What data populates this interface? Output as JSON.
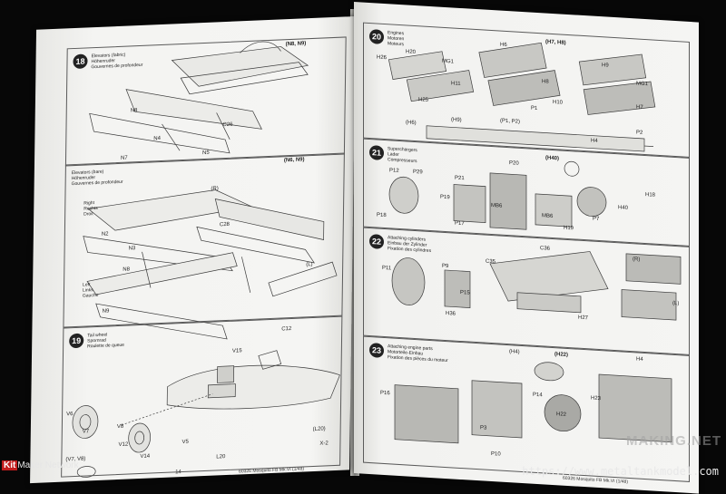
{
  "left_page": {
    "page_number": "14",
    "steps": [
      {
        "number": "18",
        "title": "Elevators (fabric)\nHöhenruder\nGouvernes de profondeur",
        "variant": "(N8, N9)",
        "labels": [
          "N8",
          "N4",
          "C26",
          "N7",
          "N5"
        ]
      },
      {
        "number": "",
        "title": "Elevators (bare)\nHöhenruder\nGouvernes de profondeur",
        "variant": "(N6, N9)",
        "labels": [
          "(R)",
          "N2",
          "N3",
          "N8",
          "N9",
          "(L)",
          "Left\nLinks\nGauche",
          "Right\nRechts\nDroit",
          "C28"
        ]
      },
      {
        "number": "19",
        "title": "Tail wheel\nSpornrad\nRoulette de queue",
        "variant": "",
        "labels": [
          "C12",
          "V15",
          "V6",
          "V7",
          "V12",
          "V14",
          "V5",
          "L20",
          "(L20)",
          "X-2",
          "(V7, V8)",
          "V8"
        ]
      }
    ],
    "footer": "60326  Mosquito FB Mk.VI (1/48)"
  },
  "right_page": {
    "steps": [
      {
        "number": "20",
        "title": "Engines\nMotoren\nMoteurs",
        "variant": "(H7, H8)",
        "labels": [
          "H26",
          "H20",
          "MG1",
          "H11",
          "H25",
          "H6",
          "H9",
          "H10",
          "P1",
          "MG1",
          "H8",
          "H7",
          "P2",
          "(H6)",
          "(H9)",
          "(P1, P2)",
          "H4"
        ]
      },
      {
        "number": "21",
        "title": "Superchargers\nLader\nCompresseurs",
        "variant": "(H40)",
        "labels": [
          "P12",
          "P29",
          "P21",
          "P20",
          "P19",
          "P18",
          "P17",
          "MB6",
          "H19",
          "P7",
          "H40",
          "H18",
          "MB6"
        ]
      },
      {
        "number": "22",
        "title": "Attaching cylinders\nEinbau der Zylinder\nFixation des cylindres",
        "variant": "",
        "labels": [
          "P11",
          "P9",
          "C35",
          "C36",
          "P15",
          "H36",
          "H27",
          "(R)",
          "(L)"
        ]
      },
      {
        "number": "23",
        "title": "Attaching engine parts\nMotorteile-Einbau\nFixation des pièces du moteur",
        "variant": "(H22)",
        "labels": [
          "(H4)",
          "H4",
          "P16",
          "P14",
          "P10",
          "H22",
          "H23",
          "P3"
        ]
      }
    ],
    "footer": "60326  Mosquito FB Mk.VI (1/48)"
  },
  "watermarks": {
    "site_left_k": "Kit",
    "site_left_rest": "Maker Network",
    "site_url": "https://www.metaltankmodel.com",
    "overlay_text": "MAKING.NET"
  },
  "colors": {
    "background": "#070707",
    "paper": "#f3f3f1",
    "ink": "#222222",
    "brand_red": "#c21d1d"
  }
}
